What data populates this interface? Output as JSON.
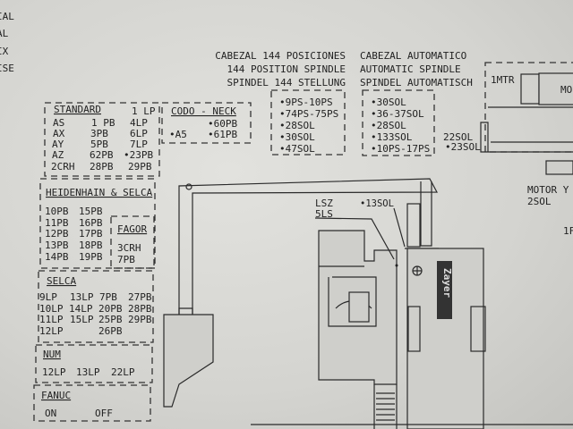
{
  "edge_labels": [
    "IAL",
    "AL",
    "IX",
    "ISE"
  ],
  "spindle_144": {
    "title_lines": [
      "CABEZAL 144 POSICIONES",
      "144 POSITION SPINDLE",
      "SPINDEL 144 STELLUNG"
    ],
    "items": [
      "•9PS-10PS",
      "•74PS-75PS",
      "•28SOL",
      "•30SOL",
      "•47SOL"
    ]
  },
  "spindle_auto": {
    "title_lines": [
      "CABEZAL AUTOMATICO",
      "AUTOMATIC SPINDLE",
      "SPINDEL AUTOMATISCH"
    ],
    "items": [
      "•30SOL",
      "•36-37SOL",
      "•28SOL",
      "•133SOL",
      "•10PS-17PS"
    ]
  },
  "side_sol": [
    "22SOL",
    "•23SOL"
  ],
  "standard": {
    "title": "STANDARD",
    "rows": [
      [
        "",
        "",
        "1 LP"
      ],
      [
        "AS",
        "1 PB",
        "4LP"
      ],
      [
        "AX",
        "3PB",
        "6LP"
      ],
      [
        "AY",
        "5PB",
        "7LP"
      ],
      [
        "AZ",
        "62PB",
        "•23PB"
      ],
      [
        "2CRH",
        "28PB",
        "29PB"
      ]
    ]
  },
  "codo_neck": {
    "title": "CODO - NECK",
    "items": [
      "•60PB",
      "•A5",
      "•61PB"
    ]
  },
  "heidenhain": {
    "title": "HEIDENHAIN & SELCA",
    "rows": [
      [
        "10PB",
        "15PB"
      ],
      [
        "11PB",
        "16PB"
      ],
      [
        "12PB",
        "17PB"
      ],
      [
        "13PB",
        "18PB"
      ],
      [
        "14PB",
        "19PB"
      ]
    ]
  },
  "fagor": {
    "title": "FAGOR",
    "items": [
      "3CRH",
      "7PB"
    ]
  },
  "selca": {
    "title": "SELCA",
    "rows": [
      [
        "9LP",
        "13LP",
        "7PB",
        "27PB"
      ],
      [
        "10LP",
        "14LP",
        "20PB",
        "28PB"
      ],
      [
        "11LP",
        "15LP",
        "25PB",
        "29PB"
      ],
      [
        "12LP",
        "",
        "26PB",
        ""
      ]
    ]
  },
  "num": {
    "title": "NUM",
    "items": [
      "12LP",
      "13LP",
      "22LP"
    ]
  },
  "fanuc": {
    "title": "FANUC",
    "items": [
      "ON",
      "OFF"
    ]
  },
  "machine": {
    "labels": [
      "LSZ",
      "5LS",
      "•13SOL"
    ],
    "logo": "Zayer",
    "right_labels": [
      "1MTR",
      "MO",
      "MOTOR Y",
      "2SOL",
      "1F"
    ]
  }
}
